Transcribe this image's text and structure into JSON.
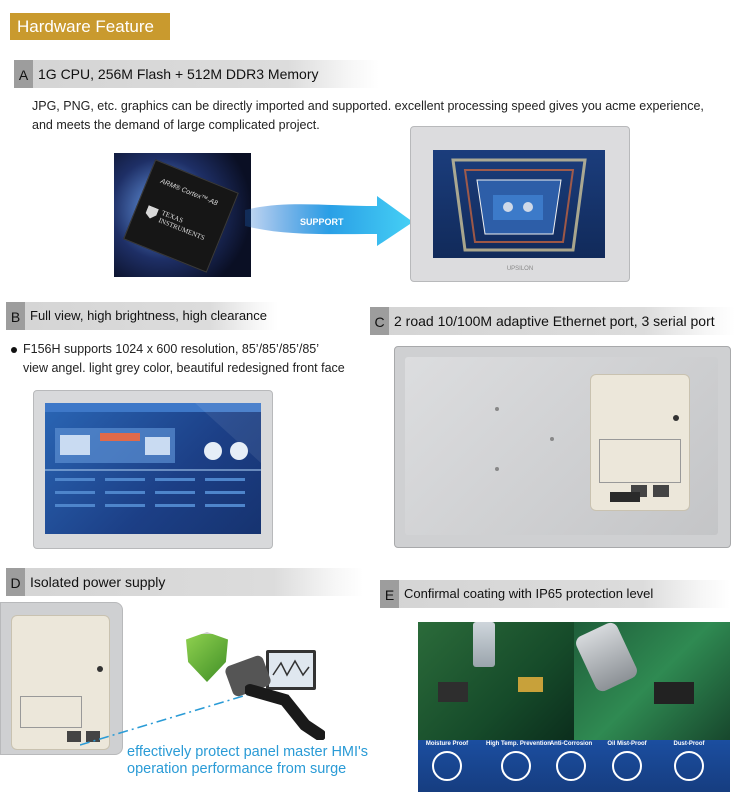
{
  "banner": {
    "title": "Hardware Feature"
  },
  "sections": {
    "a": {
      "letter": "A",
      "title": "1G CPU, 256M Flash + 512M DDR3 Memory",
      "text": "JPG, PNG, etc. graphics can be directly imported and supported. excellent processing speed gives you acme experience, and meets the demand of large complicated project."
    },
    "b": {
      "letter": "B",
      "title": "Full view, high brightness, high clearance",
      "bullet_line1": "F156H supports 1024 x 600 resolution, 85’/85’/85’/85’",
      "bullet_line2": "view angel. light grey color, beautiful redesigned front face"
    },
    "c": {
      "letter": "C",
      "title": "2 road 10/100M adaptive Ethernet port, 3 serial port"
    },
    "d": {
      "letter": "D",
      "title": "Isolated power supply",
      "surge_line1": "effectively protect panel master HMI's",
      "surge_line2": "operation performance from surge"
    },
    "e": {
      "letter": "E",
      "title": "Confirmal coating with IP65 protection level"
    }
  },
  "chip": {
    "line1": "ARM® Cortex™-A8",
    "brand1": "TEXAS",
    "brand2": "INSTRUMENTS"
  },
  "arrow": {
    "label": "SUPPORT"
  },
  "panel_a": {
    "brand": "UPSILON"
  },
  "protections": [
    "Moisture Proof",
    "High Temp. Prevention",
    "Anti-Corrosion",
    "Oil Mist-Proof",
    "Dust-Proof"
  ],
  "colors": {
    "banner": "#c99a2e",
    "section_bar": "#d4d4d4",
    "letter_box": "#9d9d9d",
    "surge_text": "#2a9bd6"
  }
}
